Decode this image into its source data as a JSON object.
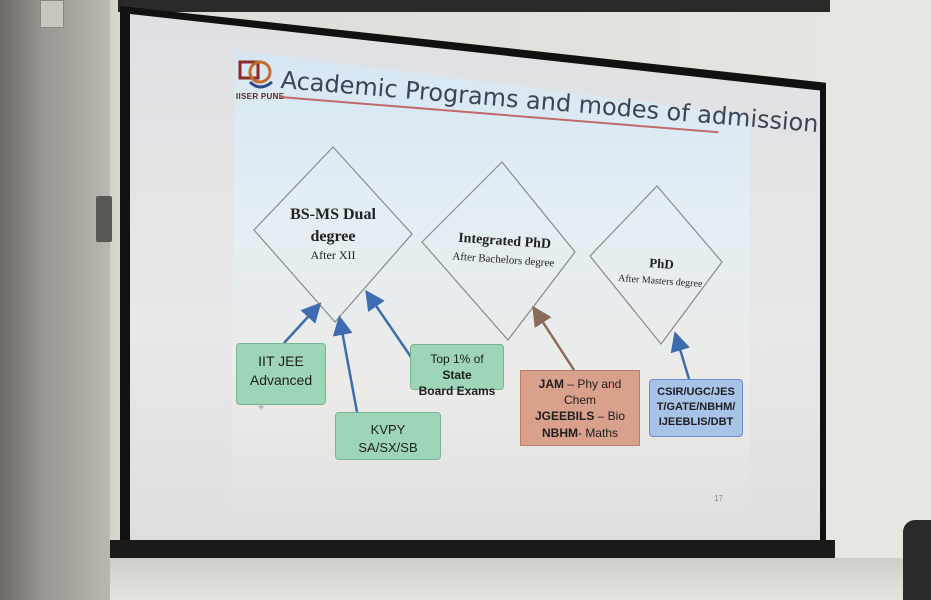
{
  "slide": {
    "logo_text": "IISER PUNE",
    "title": "Academic Programs and modes of admission",
    "slide_number": "17"
  },
  "programs": [
    {
      "name_line1": "BS-MS Dual",
      "name_line2": "degree",
      "sub": "After XII"
    },
    {
      "name_line1": "Integrated PhD",
      "sub": "After Bachelors degree"
    },
    {
      "name_line1": "PhD",
      "sub": "After Masters degree"
    }
  ],
  "admission_boxes": {
    "iit_jee": [
      "IIT JEE",
      "Advanced"
    ],
    "kvpy": [
      "KVPY",
      "SA/SX/SB"
    ],
    "state_board": {
      "prefix": "Top 1% of ",
      "line1_bold": "State",
      "line2_bold": "Board Exams"
    },
    "jam": {
      "line1_bold": "JAM",
      "line1_rest": " – Phy and",
      "line2": "Chem",
      "line3_bold": "JGEEBILS",
      "line3_rest": " – Bio",
      "line4_bold": "NBHM",
      "line4_rest": "- Maths"
    },
    "csir": [
      "CSIR/UGC/JES",
      "T/GATE/NBHM/",
      "IJEEBLIS/DBT"
    ]
  },
  "colors": {
    "green_box": "#9ed5b8",
    "salmon_box": "#d9a18c",
    "blue_box": "#a8c3e8",
    "arrow_blue": "#3f6cae",
    "arrow_brown": "#8a6a5a"
  }
}
